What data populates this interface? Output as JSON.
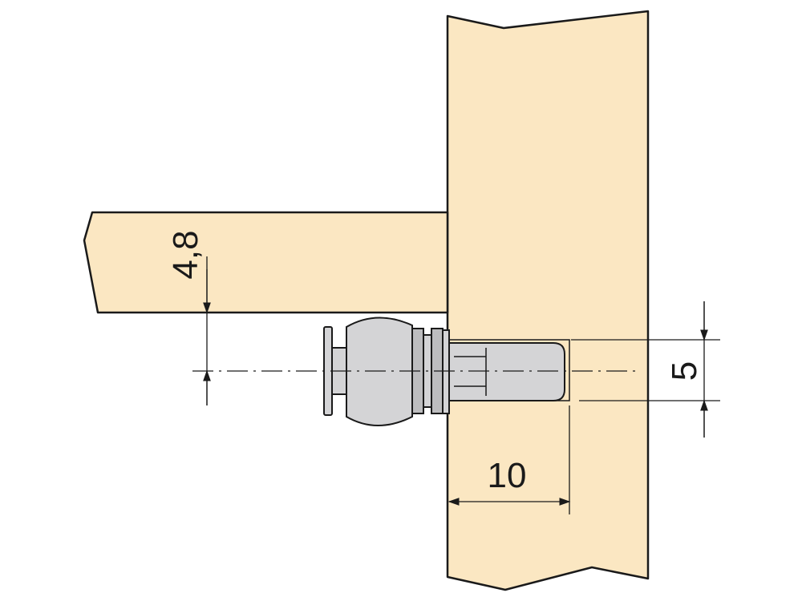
{
  "dimensions": {
    "shelf_offset": "4,8",
    "hole_diameter": "5",
    "drill_depth": "10"
  },
  "colors": {
    "wood": "#fbe7c2",
    "outline": "#1a1a1a",
    "metal": "#d4d4d6",
    "metal_dark": "#bdbdbf",
    "background": "#ffffff"
  },
  "icons": {
    "arrow": "dimension-arrowhead"
  }
}
